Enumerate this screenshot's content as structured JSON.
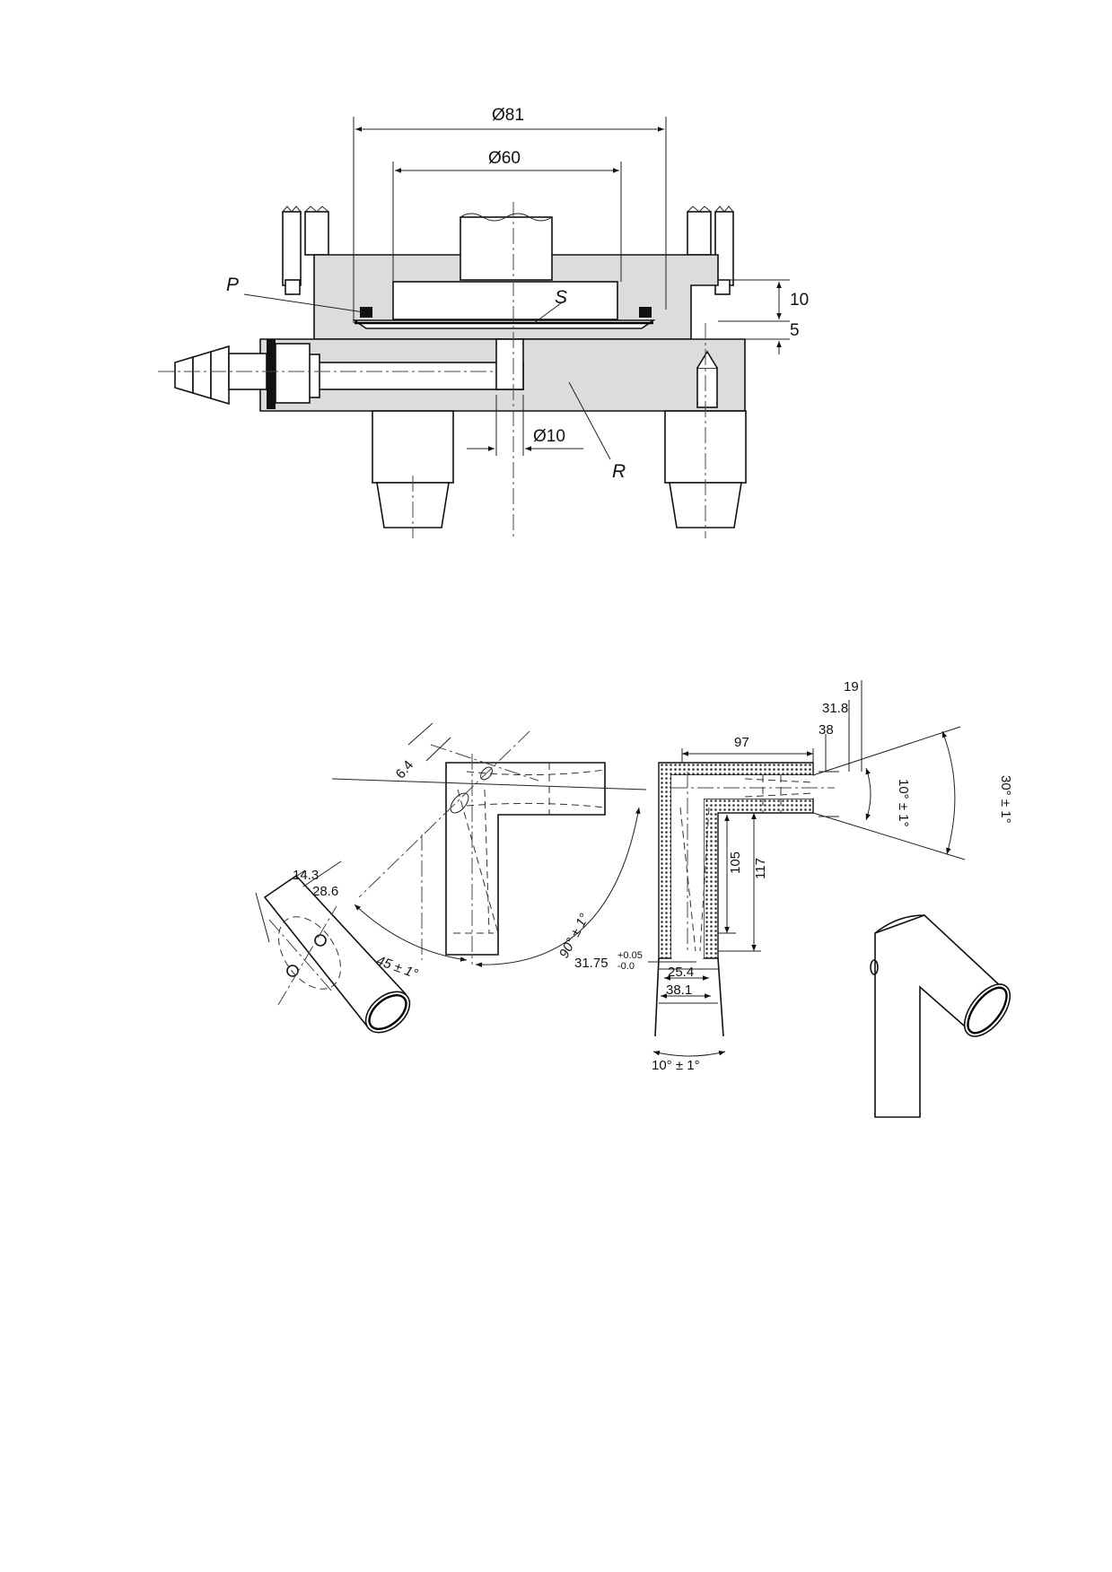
{
  "figure_top": {
    "dims": {
      "d81": "Ø81",
      "d60": "Ø60",
      "d10": "Ø10",
      "h10": "10",
      "h5": "5"
    },
    "labels": {
      "p": "P",
      "s": "S",
      "r": "R"
    }
  },
  "figure_bottom": {
    "dims": {
      "d19": "19",
      "d31_8": "31.8",
      "d38": "38",
      "d97": "97",
      "d6_4": "6.4",
      "a10_top": "10° ± 1°",
      "a30": "30° ± 1°",
      "d14_3": "14.3",
      "d28_6": "28.6",
      "a45": "45 ± 1°",
      "a90": "90° ± 1°",
      "d105": "105",
      "d117": "117",
      "d31_75": "31.75",
      "tol_upper": "+0.05",
      "tol_lower": "-0.0",
      "d25_4": "25.4",
      "d38_1": "38.1",
      "a10_bottom": "10° ± 1°"
    }
  }
}
